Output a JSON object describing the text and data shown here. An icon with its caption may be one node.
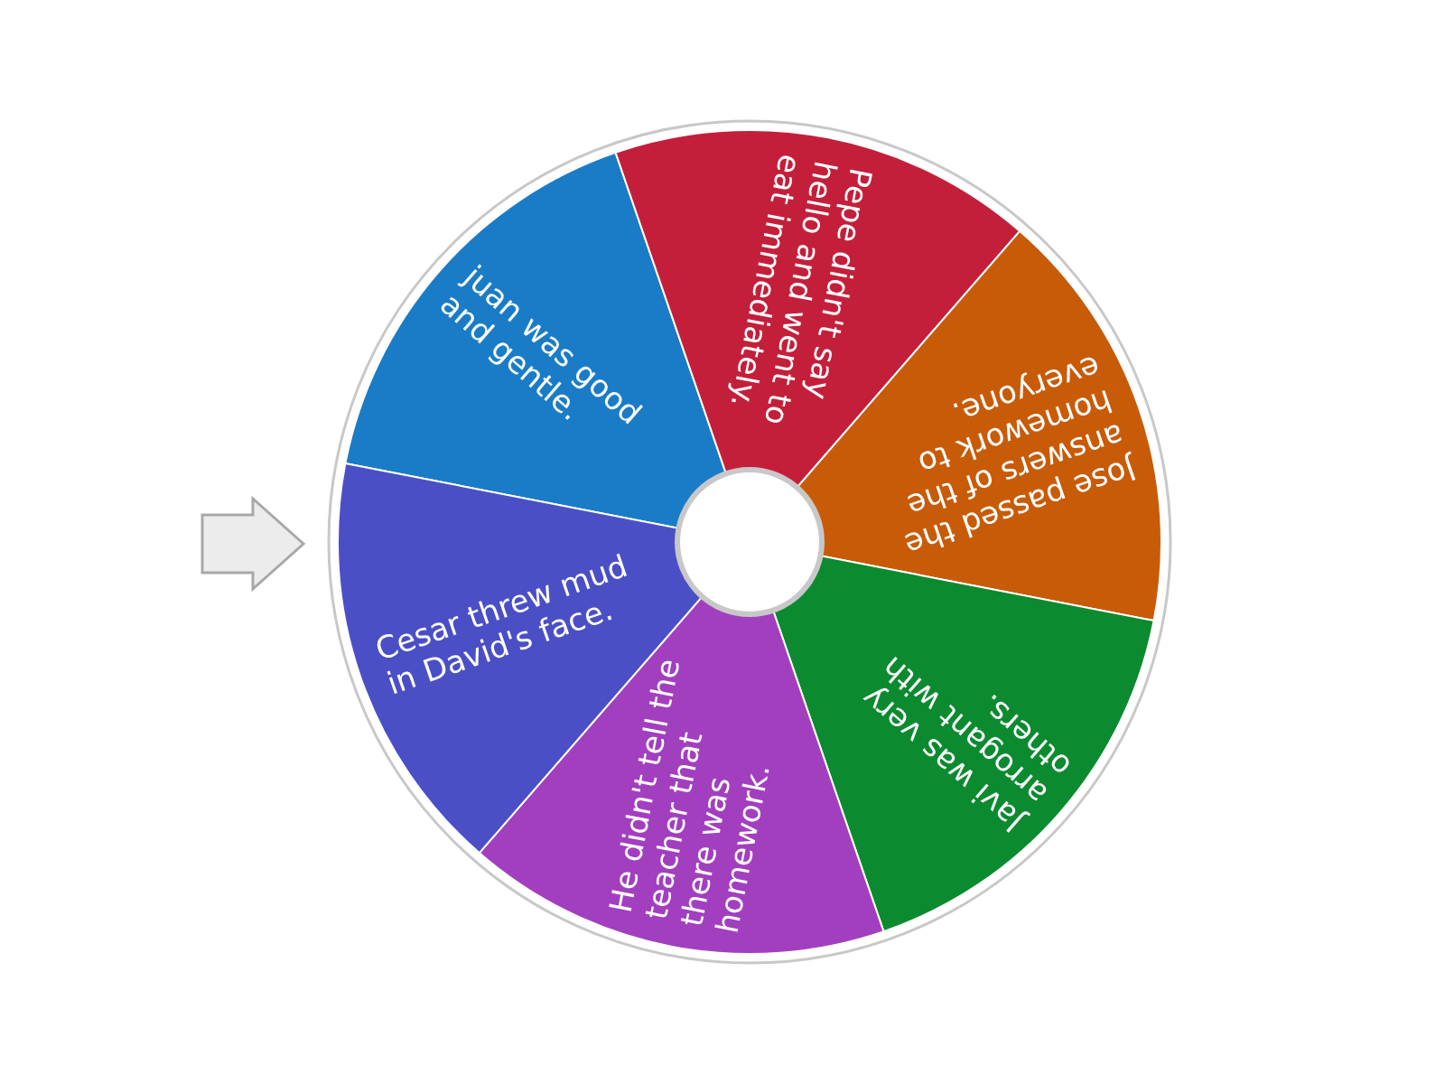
{
  "diagram": {
    "nodes": [
      {
        "text": [
          "juan was good and gentle."
        ]
      },
      {
        "text": [
          "Pepe didn't say hello and went to eat immediately."
        ]
      },
      {
        "text": [
          "Jose passed the answers of the homework to everyone."
        ]
      },
      {
        "text": [
          "Javi was very arrogant with others."
        ]
      },
      {
        "text": [
          "He didn't tell the teacher that there was homework."
        ]
      },
      {
        "text": [
          "Cesar threw mud in David's face."
        ]
      },
      {
        "text": [],
        "shape": "circle"
      }
    ]
  }
}
